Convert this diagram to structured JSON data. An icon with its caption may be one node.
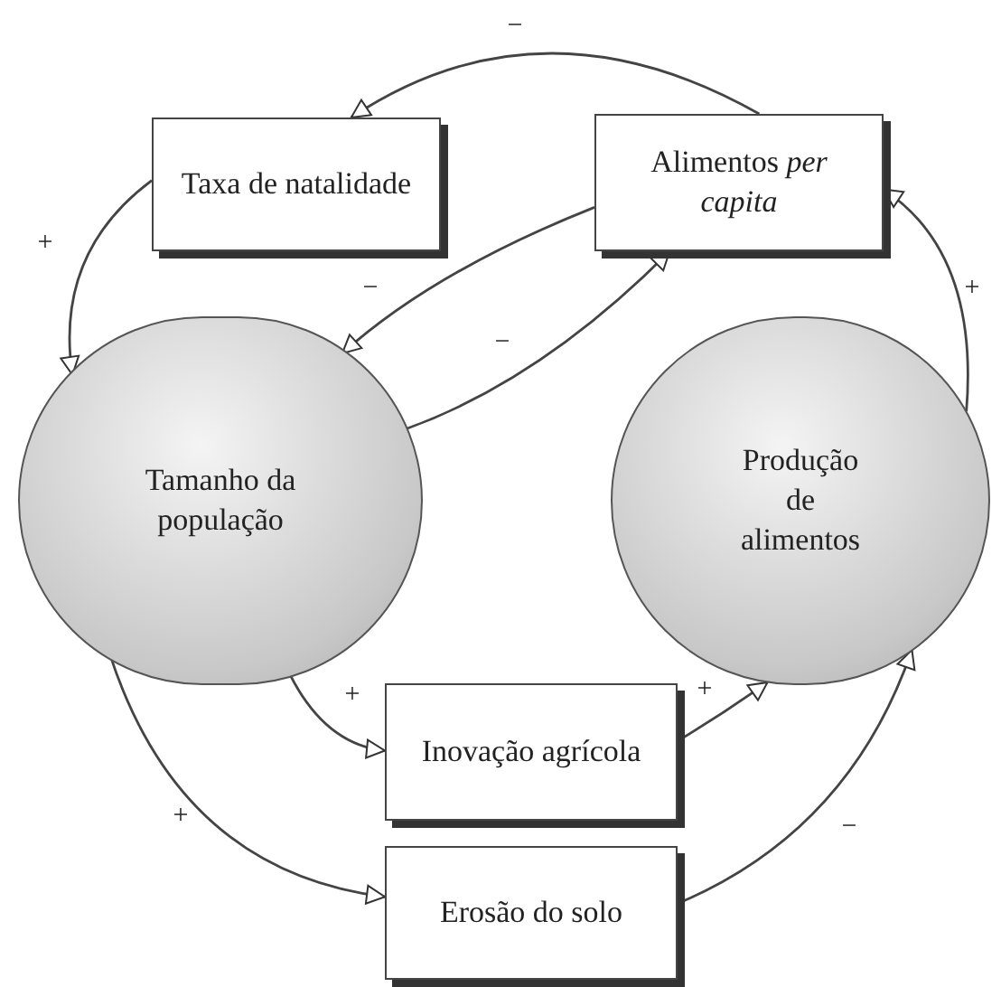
{
  "diagram": {
    "nodes": [
      {
        "text": [
          "Taxa de natalidade"
        ]
      },
      {
        "text": [
          "Alimentos *per capita*"
        ]
      },
      {
        "text": [
          "Tamanho da população"
        ]
      },
      {
        "text": [
          "Produção de alimentos"
        ]
      },
      {
        "text": [
          "Inovação agrícola"
        ]
      },
      {
        "text": [
          "Erosão do solo"
        ]
      }
    ],
    "edges": [
      {
        "from": 1,
        "to": 0,
        "arrow": "to",
        "label": "−"
      },
      {
        "from": 0,
        "to": 2,
        "arrow": "to",
        "label": "+"
      },
      {
        "from": 1,
        "to": 2,
        "arrow": "to",
        "label": "−"
      },
      {
        "from": 2,
        "to": 1,
        "arrow": "to",
        "label": "−"
      },
      {
        "from": 2,
        "to": 4,
        "arrow": "to",
        "label": "+"
      },
      {
        "from": 4,
        "to": 3,
        "arrow": "to",
        "label": "+"
      },
      {
        "from": 2,
        "to": 5,
        "arrow": "to",
        "label": "+"
      },
      {
        "from": 5,
        "to": 3,
        "arrow": "to",
        "label": "−"
      },
      {
        "from": 3,
        "to": 1,
        "arrow": "to",
        "label": "+"
      }
    ]
  }
}
